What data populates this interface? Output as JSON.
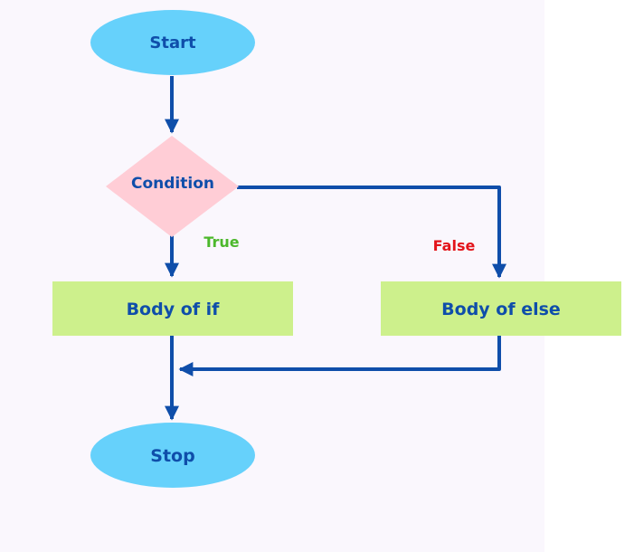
{
  "colors": {
    "background": "#faf7fd",
    "terminal_fill": "#66d1fb",
    "decision_fill": "#ffcdd6",
    "process_fill": "#cdf08c",
    "arrow": "#0f4eaa",
    "node_text": "#0f4eaa",
    "true_label": "#4cb82c",
    "false_label": "#e3141a"
  },
  "nodes": {
    "start": "Start",
    "condition": "Condition",
    "body_if": "Body of if",
    "body_else": "Body of else",
    "stop": "Stop"
  },
  "edges": {
    "true_label": "True",
    "false_label": "False"
  }
}
